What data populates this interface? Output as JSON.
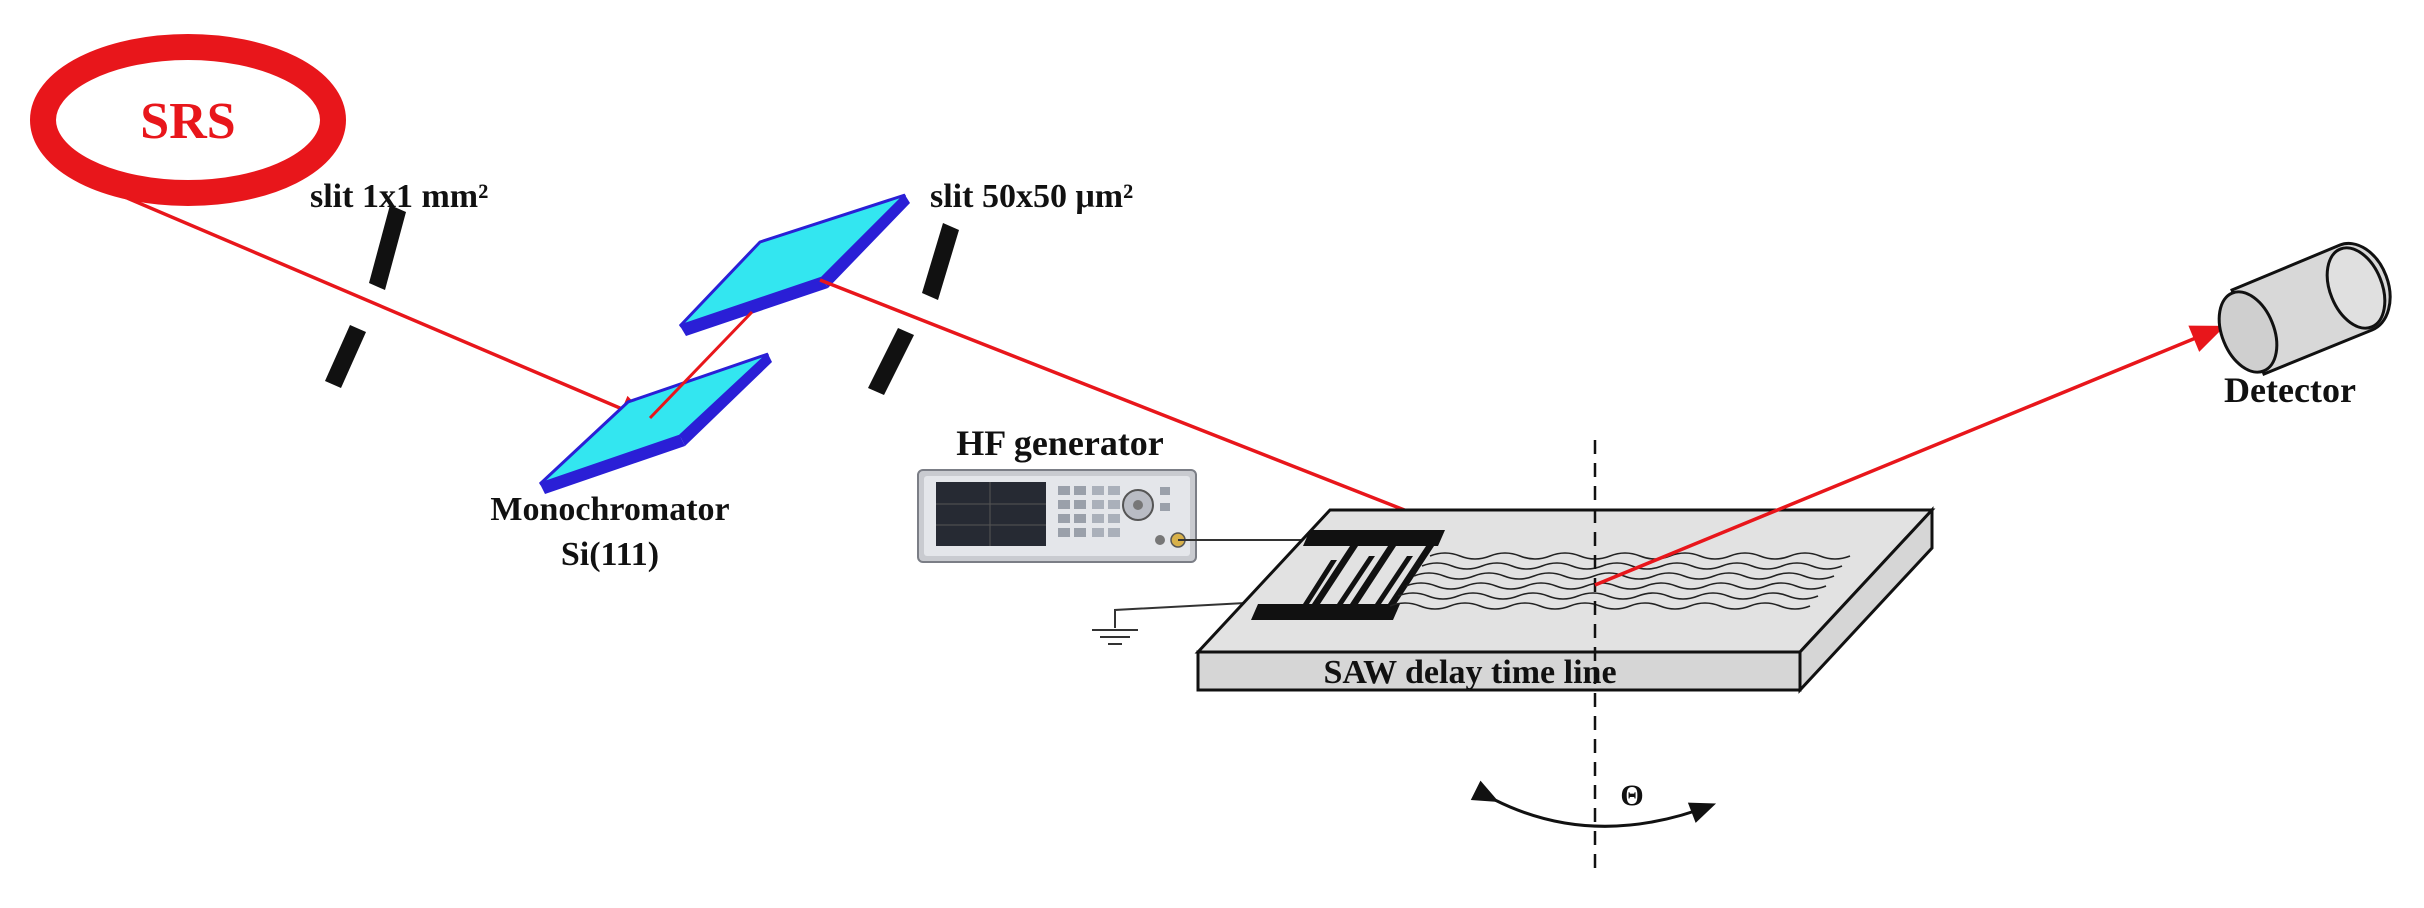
{
  "labels": {
    "source": "SRS",
    "slit1": "slit 1x1 mm²",
    "slit2": "slit 50x50 μm²",
    "monochromator_line1": "Monochromator",
    "monochromator_line2": "Si(111)",
    "hf_generator": "HF generator",
    "saw_line": "SAW delay time line",
    "detector": "Detector",
    "theta": "Θ"
  },
  "colors": {
    "beam": "#e8161b",
    "source_ring": "#e8161b",
    "crystal_face": "#33e6f0",
    "crystal_edge": "#2a1fd6",
    "slit": "#111111",
    "saw_top": "#e2e2e2",
    "saw_side": "#d6d6d6",
    "detector_body": "#d8d8d8",
    "generator_panel": "#c9cbd0",
    "generator_screen": "#262a33"
  },
  "icons": {
    "generator": "hf-generator-icon",
    "detector": "detector-cylinder-icon",
    "ground": "ground-symbol-icon",
    "idt": "interdigital-transducer-icon",
    "rotation": "rotation-arrow-icon"
  }
}
